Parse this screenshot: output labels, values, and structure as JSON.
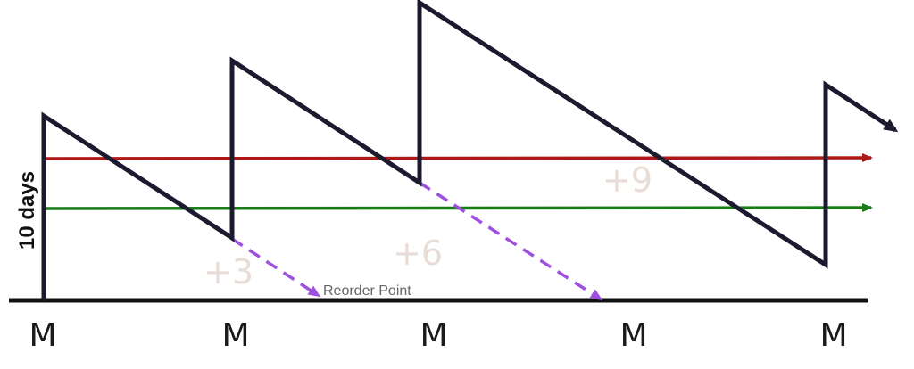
{
  "y_axis_label": "10 days",
  "reorder_label": "Reorder Point",
  "x_labels": [
    "M",
    "M",
    "M",
    "M",
    "M"
  ],
  "lead_time_labels": [
    "+3",
    "+6",
    "+9"
  ],
  "colors": {
    "inventory": "#1c1a2e",
    "max_level": "#b01818",
    "safety_level": "#1b7a18",
    "projection": "#a050e0",
    "baseline": "#111111"
  }
}
